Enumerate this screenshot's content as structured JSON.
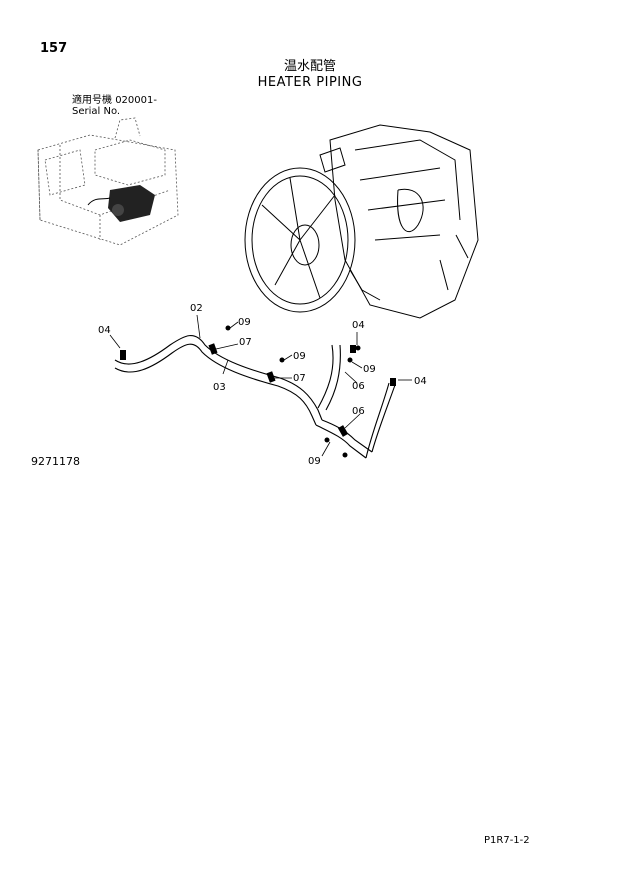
{
  "page_number": "157",
  "title_jp": "温水配管",
  "title_en": "HEATER PIPING",
  "serial": {
    "label_jp": "適用号機",
    "range": "020001-",
    "label_en": "Serial No."
  },
  "figure_code": "9271178",
  "page_ref": "P1R7-1-2",
  "callouts": [
    "02",
    "04",
    "09",
    "07",
    "03",
    "09",
    "07",
    "04",
    "09",
    "06",
    "04",
    "06",
    "09"
  ]
}
